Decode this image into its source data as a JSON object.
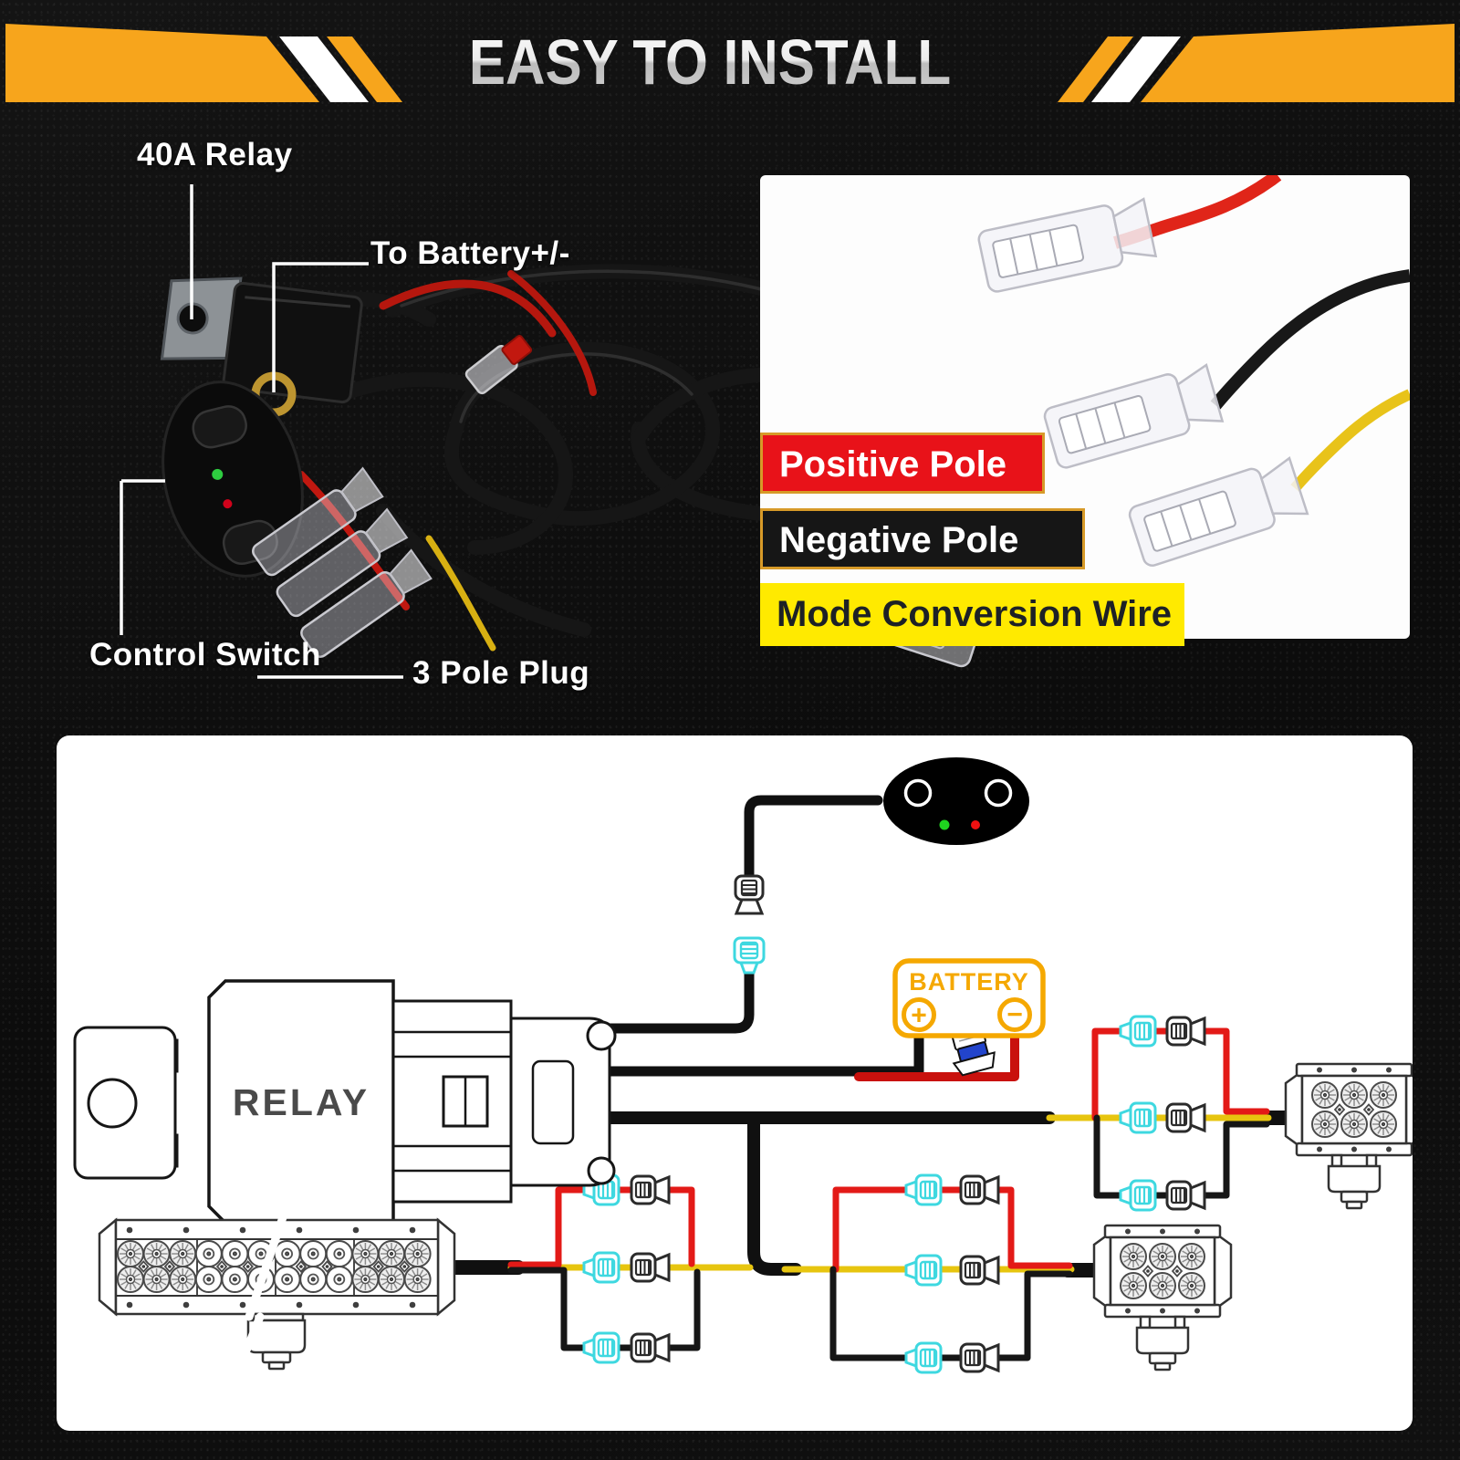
{
  "banner": {
    "title": "EASY TO INSTALL"
  },
  "photo_callouts": {
    "relay": "40A Relay",
    "battery": "To Battery+/-",
    "plug": "3 Pole Plug",
    "switch": "Control Switch"
  },
  "wire_key": {
    "positive": "Positive Pole",
    "negative": "Negative Pole",
    "mode": "Mode Conversion Wire"
  },
  "diagram": {
    "relay": "RELAY",
    "battery": "BATTERY",
    "battery_plus": "+",
    "battery_minus": "−"
  },
  "colors": {
    "background": "#0E0E0E",
    "accent_orange": "#F7A51C",
    "title_silver": "#E8E8E8",
    "key_red": "#E81219",
    "key_black": "#161616",
    "key_yellow": "#FFEA00",
    "gold_border": "#D79A28",
    "wire_red": "#E31A17",
    "wire_yellow": "#E7C50F",
    "wire_black": "#111111",
    "connector_cyan": "#3ED8E0",
    "battery_orange": "#F5A800",
    "switch_led_green": "#1FD41F",
    "switch_led_red": "#F01111"
  }
}
